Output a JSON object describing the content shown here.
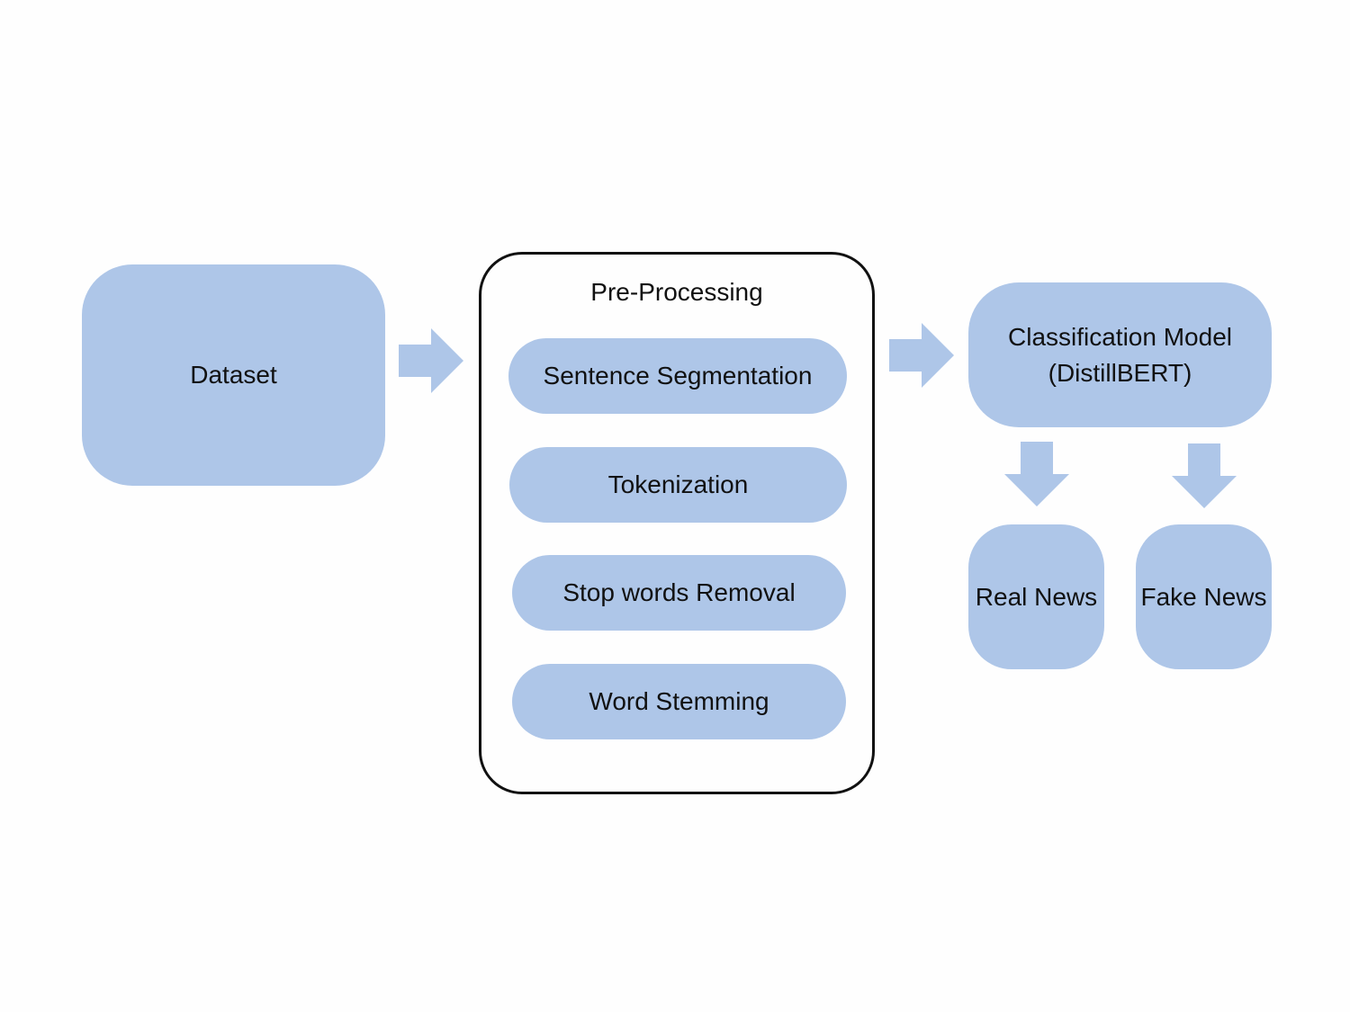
{
  "nodes": {
    "dataset": "Dataset",
    "preprocessing": {
      "title": "Pre-Processing",
      "steps": [
        "Sentence Segmentation",
        "Tokenization",
        "Stop words Removal",
        "Word Stemming"
      ]
    },
    "classifier": {
      "line1": "Classification Model",
      "line2": "(DistillBERT)"
    },
    "outputs": {
      "real": "Real News",
      "fake": "Fake News"
    }
  },
  "colors": {
    "node_fill": "#aec6e8",
    "border": "#111111",
    "background": "#fefefe"
  }
}
